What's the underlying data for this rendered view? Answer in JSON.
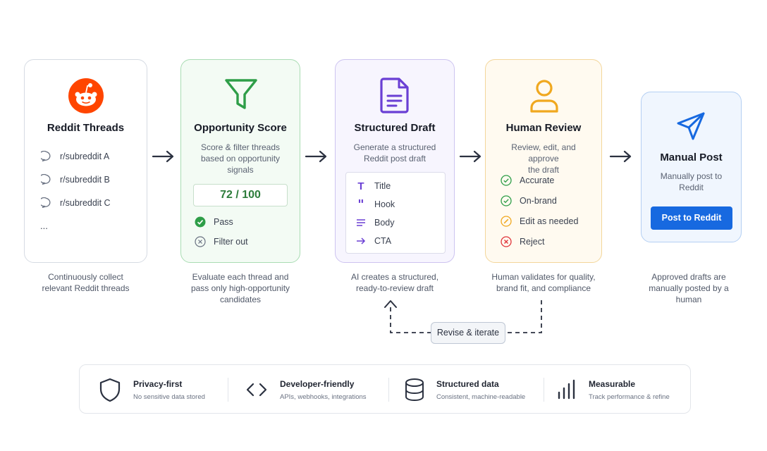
{
  "colors": {
    "reddit": "#ff4500",
    "score_green": "#2e9e48",
    "draft_purple": "#6a3fd4",
    "review_amber": "#f0a81f",
    "post_blue": "#1769e0"
  },
  "steps": {
    "threads": {
      "title": "Reddit Threads",
      "icon": "reddit-icon",
      "items": [
        "r/subreddit A",
        "r/subreddit B",
        "r/subreddit C"
      ],
      "more": "...",
      "caption": [
        "Continuously collect",
        "relevant Reddit threads"
      ]
    },
    "score": {
      "title": "Opportunity Score",
      "icon": "funnel-icon",
      "desc": [
        "Score & filter threads",
        "based on opportunity",
        "signals"
      ],
      "value": "72 / 100",
      "pass": "Pass",
      "filter_out": "Filter out",
      "caption": [
        "Evaluate each thread and",
        "pass only high-opportunity",
        "candidates"
      ]
    },
    "draft": {
      "title": "Structured Draft",
      "icon": "document-icon",
      "desc": [
        "Generate a structured",
        "Reddit post draft"
      ],
      "fields": [
        "Title",
        "Hook",
        "Body",
        "CTA"
      ],
      "caption": [
        "AI creates a structured,",
        "ready-to-review draft"
      ]
    },
    "review": {
      "title": "Human Review",
      "icon": "person-icon",
      "desc": [
        "Review, edit, and approve",
        "the draft"
      ],
      "checks": [
        "Accurate",
        "On-brand",
        "Edit as needed",
        "Reject"
      ],
      "caption": [
        "Human validates for quality,",
        "brand fit, and compliance"
      ]
    },
    "post": {
      "title": "Manual Post",
      "icon": "paper-plane-icon",
      "desc": [
        "Manually post to",
        "Reddit"
      ],
      "button": "Post to Reddit",
      "caption": [
        "Approved drafts are",
        "manually posted by a",
        "human"
      ]
    }
  },
  "loop_label": "Revise & iterate",
  "features": [
    {
      "title": "Privacy-first",
      "sub": "No sensitive data stored",
      "icon": "shield-icon"
    },
    {
      "title": "Developer-friendly",
      "sub": "APIs, webhooks, integrations",
      "icon": "code-icon"
    },
    {
      "title": "Structured data",
      "sub": "Consistent, machine-readable",
      "icon": "database-icon"
    },
    {
      "title": "Measurable",
      "sub": "Track performance & refine",
      "icon": "bar-chart-icon"
    }
  ]
}
